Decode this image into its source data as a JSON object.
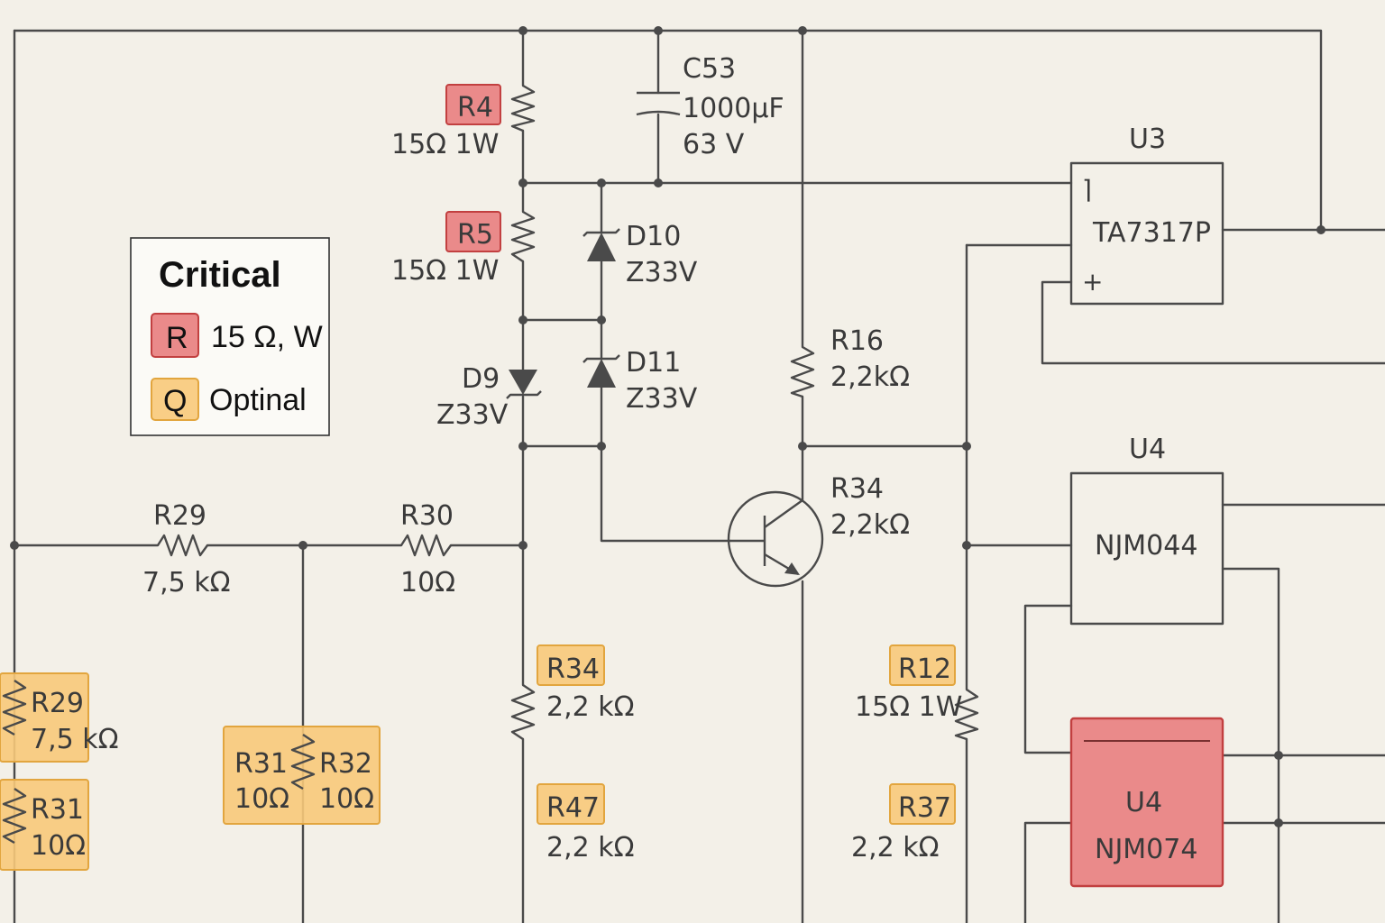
{
  "legend": {
    "title": "Critical",
    "items": [
      {
        "badge": "R",
        "text": "15 Ω, W"
      },
      {
        "badge": "Q",
        "text": "Optinal"
      }
    ]
  },
  "colors": {
    "critical_fill": "#ea8a8a",
    "critical_stroke": "#c24040",
    "optional_fill": "#f8c97a",
    "optional_stroke": "#e2a53e",
    "wire": "#4a4a4a",
    "paper": "#f3f0e8"
  },
  "components": {
    "c53": {
      "ref": "C53",
      "value": "1000µF",
      "voltage": "63 V"
    },
    "r4": {
      "ref": "R4",
      "value": "15Ω  1W"
    },
    "r5": {
      "ref": "R5",
      "value": "15Ω  1W"
    },
    "d10": {
      "ref": "D10",
      "value": "Z33V"
    },
    "d11": {
      "ref": "D11",
      "value": "Z33V"
    },
    "d9": {
      "ref": "D9",
      "value": "Z33V"
    },
    "r16": {
      "ref": "R16",
      "value": "2,2kΩ"
    },
    "r34_top": {
      "ref": "R34",
      "value": "2,2kΩ"
    },
    "r29_mid": {
      "ref": "R29",
      "value": "7,5 kΩ"
    },
    "r30": {
      "ref": "R30",
      "value": "10Ω"
    },
    "r34_low": {
      "ref": "R34",
      "value": "2,2 kΩ"
    },
    "r47": {
      "ref": "R47",
      "value": "2,2 kΩ"
    },
    "r12": {
      "ref": "R12",
      "value": "15Ω 1W"
    },
    "r37": {
      "ref": "R37",
      "value": "2,2 kΩ"
    },
    "r29_left": {
      "ref": "R29",
      "value": "7,5 kΩ"
    },
    "r31_left": {
      "ref": "R31",
      "value": "10Ω"
    },
    "r31": {
      "ref": "R31",
      "value": "10Ω"
    },
    "r32": {
      "ref": "R32",
      "value": "10Ω"
    },
    "u3": {
      "ref": "U3",
      "name": "TA7317P",
      "pin_mark": "⌉",
      "plus": "+"
    },
    "u4_top": {
      "ref": "U4",
      "name": "NJM044"
    },
    "u4_bottom": {
      "ref": "U4",
      "name": "NJM074"
    }
  }
}
